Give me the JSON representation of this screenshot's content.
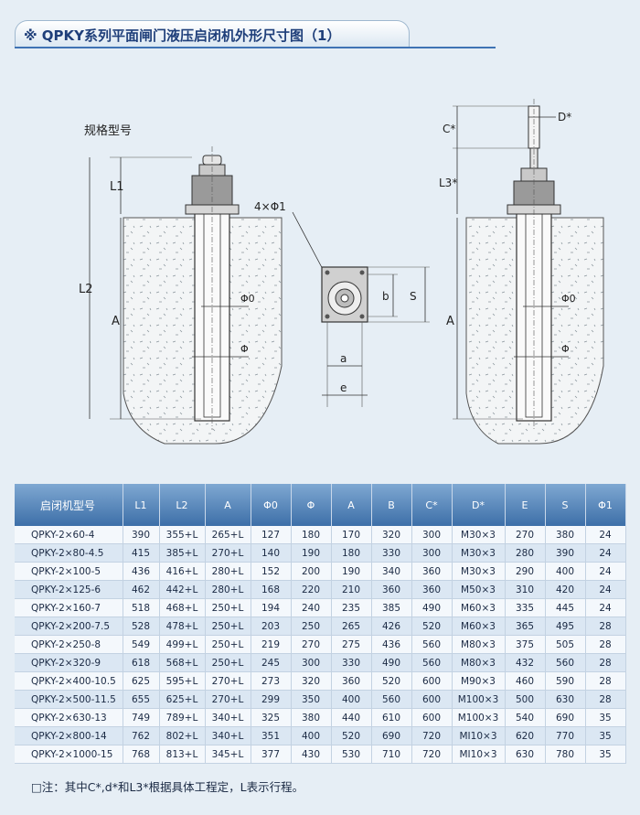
{
  "title": "※ QPKY系列平面闸门液压启闭机外形尺寸图（1）",
  "spec_label": "规格型号",
  "drawing": {
    "dim_L1": "L1",
    "dim_L2": "L2",
    "dim_A_left": "A",
    "phi0": "Φ0",
    "phi": "Φ",
    "holes": "4×Φ1",
    "dim_b": "b",
    "dim_S": "S",
    "dim_a": "a",
    "dim_e": "e",
    "dim_C": "C*",
    "dim_D": "D*",
    "dim_L3": "L3*",
    "dim_A_right": "A"
  },
  "table": {
    "headers": [
      "启闭机型号",
      "L1",
      "L2",
      "A",
      "Φ0",
      "Φ",
      "A",
      "B",
      "C*",
      "D*",
      "E",
      "S",
      "Φ1"
    ],
    "rows": [
      [
        "QPKY-2×60-4",
        "390",
        "355+L",
        "265+L",
        "127",
        "180",
        "170",
        "320",
        "300",
        "M30×3",
        "270",
        "380",
        "24"
      ],
      [
        "QPKY-2×80-4.5",
        "415",
        "385+L",
        "270+L",
        "140",
        "190",
        "180",
        "330",
        "300",
        "M30×3",
        "280",
        "390",
        "24"
      ],
      [
        "QPKY-2×100-5",
        "436",
        "416+L",
        "280+L",
        "152",
        "200",
        "190",
        "340",
        "360",
        "M30×3",
        "290",
        "400",
        "24"
      ],
      [
        "QPKY-2×125-6",
        "462",
        "442+L",
        "280+L",
        "168",
        "220",
        "210",
        "360",
        "360",
        "M50×3",
        "310",
        "420",
        "24"
      ],
      [
        "QPKY-2×160-7",
        "518",
        "468+L",
        "250+L",
        "194",
        "240",
        "235",
        "385",
        "490",
        "M60×3",
        "335",
        "445",
        "24"
      ],
      [
        "QPKY-2×200-7.5",
        "528",
        "478+L",
        "250+L",
        "203",
        "250",
        "265",
        "426",
        "520",
        "M60×3",
        "365",
        "495",
        "28"
      ],
      [
        "QPKY-2×250-8",
        "549",
        "499+L",
        "250+L",
        "219",
        "270",
        "275",
        "436",
        "560",
        "M80×3",
        "375",
        "505",
        "28"
      ],
      [
        "QPKY-2×320-9",
        "618",
        "568+L",
        "250+L",
        "245",
        "300",
        "330",
        "490",
        "560",
        "M80×3",
        "432",
        "560",
        "28"
      ],
      [
        "QPKY-2×400-10.5",
        "625",
        "595+L",
        "270+L",
        "273",
        "320",
        "360",
        "520",
        "600",
        "M90×3",
        "460",
        "590",
        "28"
      ],
      [
        "QPKY-2×500-11.5",
        "655",
        "625+L",
        "270+L",
        "299",
        "350",
        "400",
        "560",
        "600",
        "M100×3",
        "500",
        "630",
        "28"
      ],
      [
        "QPKY-2×630-13",
        "749",
        "789+L",
        "340+L",
        "325",
        "380",
        "440",
        "610",
        "600",
        "M100×3",
        "540",
        "690",
        "35"
      ],
      [
        "QPKY-2×800-14",
        "762",
        "802+L",
        "340+L",
        "351",
        "400",
        "520",
        "690",
        "720",
        "MI10×3",
        "620",
        "770",
        "35"
      ],
      [
        "QPKY-2×1000-15",
        "768",
        "813+L",
        "345+L",
        "377",
        "430",
        "530",
        "710",
        "720",
        "MI10×3",
        "630",
        "780",
        "35"
      ]
    ]
  },
  "note": "□注：其中C*,d*和L3*根据具体工程定，L表示行程。",
  "colors": {
    "header_top": "#7fa8d2",
    "header_bottom": "#3d6fa8",
    "title": "#1f3f7a",
    "line": "#3f73b4"
  }
}
